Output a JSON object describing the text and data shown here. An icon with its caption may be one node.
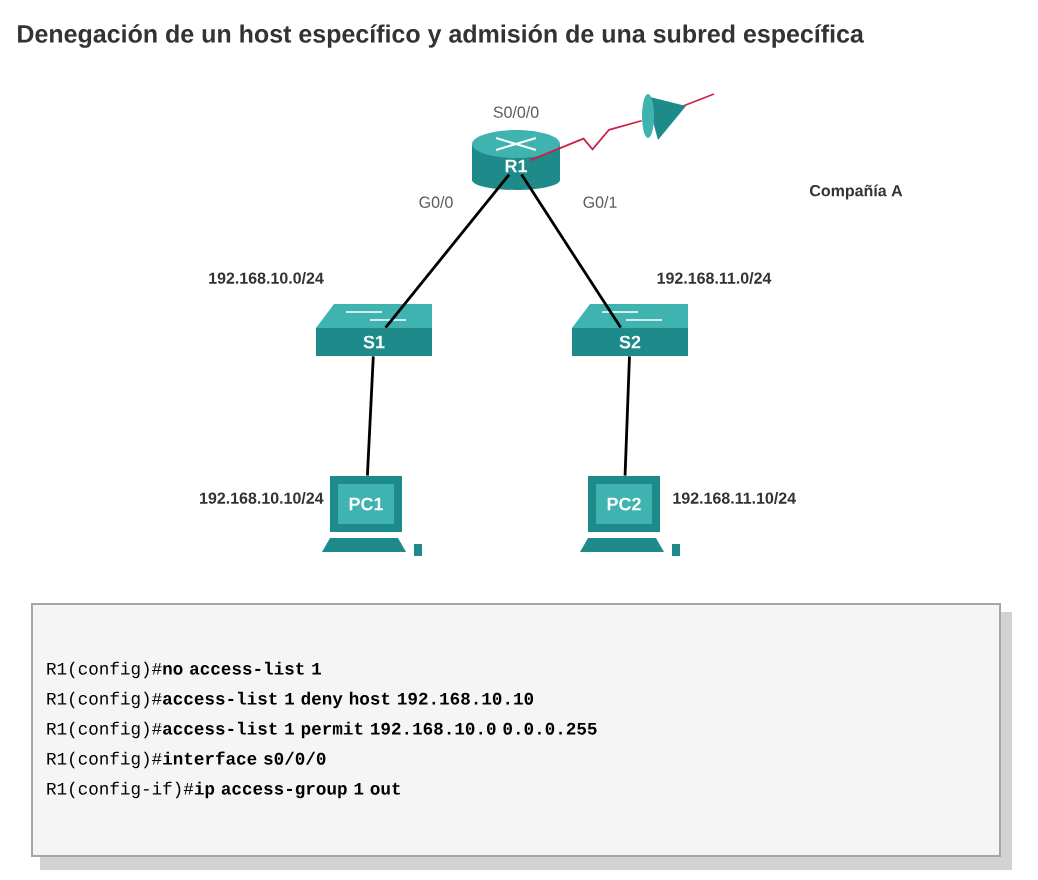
{
  "diagram": {
    "title": "Denegación de un host específico y admisión de una subred específica",
    "nodes": [
      {
        "text": [
          "R1"
        ]
      },
      {
        "text": [
          "S1"
        ]
      },
      {
        "text": [
          "S2"
        ]
      },
      {
        "text": [
          "PC1"
        ],
        "beside": [
          "192.168.10.10/24"
        ]
      },
      {
        "text": [
          "PC2"
        ],
        "beside": [
          "192.168.11.10/24"
        ]
      },
      {
        "text": [],
        "shape": "picture"
      },
      {
        "text": [
          "R1(config)#**no access-list 1**",
          "R1(config)#**access-list 1 deny host 192.168.10.10**",
          "R1(config)#**access-list 1 permit 192.168.10.0 0.0.0.255**",
          "R1(config)#**interface s0/0/0**",
          "R1(config-if)#**ip access-group 1 out**"
        ]
      }
    ],
    "edges": [
      {
        "from": 0,
        "to": 1,
        "arrow": "none"
      },
      {
        "from": 0,
        "to": 2,
        "arrow": "none"
      },
      {
        "from": 1,
        "to": 3,
        "arrow": "none"
      },
      {
        "from": 2,
        "to": 4,
        "arrow": "none"
      },
      {
        "from": 0,
        "to": 5,
        "arrow": "none",
        "color": "#cc2244"
      }
    ],
    "labels": [
      "S0/0/0",
      "Compañía A",
      "G0/0",
      "G0/1",
      "192.168.10.0/24",
      "192.168.11.0/24"
    ]
  }
}
